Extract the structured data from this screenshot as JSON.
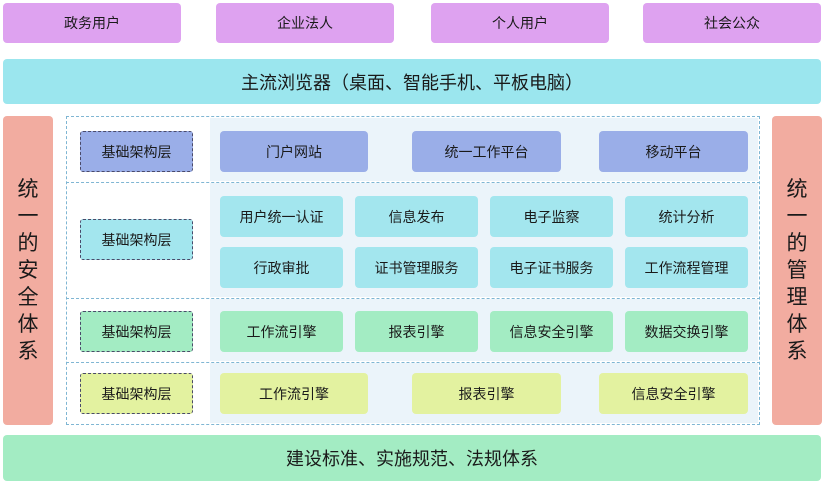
{
  "users": [
    "政务用户",
    "企业法人",
    "个人用户",
    "社会公众"
  ],
  "browser": "主流浏览器（桌面、智能手机、平板电脑）",
  "left_side": "统一的安全体系",
  "right_side": "统一的管理体系",
  "bottom": "建设标准、实施规范、法规体系",
  "layers": [
    {
      "label": "基础架构层",
      "items": [
        "门户网站",
        "统一工作平台",
        "移动平台"
      ]
    },
    {
      "label": "基础架构层",
      "items": [
        "用户统一认证",
        "信息发布",
        "电子监察",
        "统计分析",
        "行政审批",
        "证书管理服务",
        "电子证书服务",
        "工作流程管理"
      ]
    },
    {
      "label": "基础架构层",
      "items": [
        "工作流引擎",
        "报表引擎",
        "信息安全引擎",
        "数据交换引擎"
      ]
    },
    {
      "label": "基础架构层",
      "items": [
        "工作流引擎",
        "报表引擎",
        "信息安全引擎"
      ]
    }
  ],
  "colors": {
    "users": "#dea2f0",
    "browser": "#9be6ee",
    "sides": "#f2aca0",
    "bottom": "#a3ecc3",
    "layer1": "#9aaee8",
    "layer2": "#a3e6ee",
    "layer3": "#a3ecc3",
    "layer4": "#e3f2a0"
  }
}
